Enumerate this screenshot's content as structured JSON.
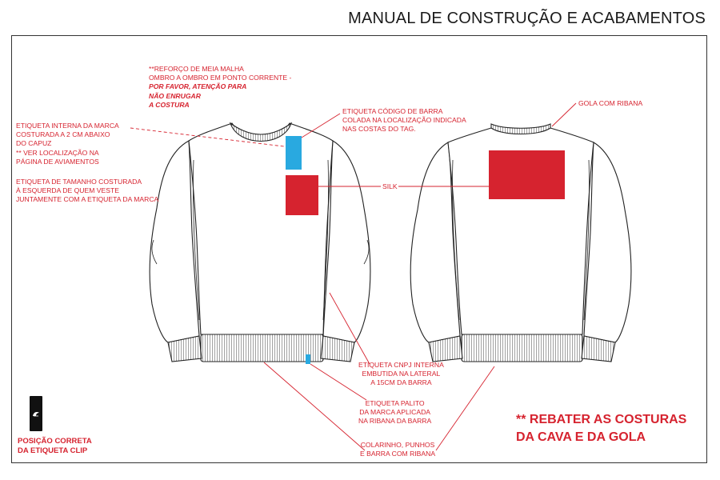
{
  "title": "MANUAL DE CONSTRUÇÃO E ACABAMENTOS",
  "colors": {
    "annotation": "#d6232f",
    "barcode_tag": "#29a9e0",
    "silk": "#d6232f",
    "outline": "#222222"
  },
  "notes": {
    "reinforcement": {
      "lines": [
        "**REFORÇO DE MEIA MALHA",
        "OMBRO A OMBRO EM PONTO CORRENTE -"
      ],
      "italic_lines": [
        "POR FAVOR, ATENÇÃO PARA",
        "NÃO ENRUGAR",
        "A COSTURA"
      ]
    },
    "brand_label": [
      "ETIQUETA INTERNA DA MARCA",
      "COSTURADA A 2 CM ABAIXO",
      "DO CAPUZ",
      "** VER LOCALIZAÇÃO NA",
      "PÁGINA DE AVIAMENTOS"
    ],
    "size_label": [
      "ETIQUETA DE TAMANHO COSTURADA",
      "À ESQUERDA DE QUEM VESTE",
      "JUNTAMENTE COM A ETIQUETA DA MARCA"
    ],
    "barcode": [
      "ETIQUETA CÓDIGO DE BARRA",
      "COLADA NA  LOCALIZAÇÃO INDICADA",
      "NAS COSTAS DO TAG."
    ],
    "collar": [
      "GOLA COM RIBANA"
    ],
    "silk": [
      "SILK"
    ],
    "cnpj": [
      "ETIQUETA CNPJ INTERNA",
      "EMBUTIDA NA LATERAL",
      "A 15CM DA BARRA"
    ],
    "palito": [
      "ETIQUETA PALITO",
      "DA MARCA APLICADA",
      "NA RIBANA DA BARRA"
    ],
    "ribbing": [
      "COLARINHO, PUNHOS",
      "E BARRA COM RIBANA"
    ]
  },
  "footer_note": [
    "** REBATER AS COSTURAS",
    "DA CAVA E DA GOLA"
  ],
  "clip_caption": [
    "POSIÇÃO CORRETA",
    "DA ETIQUETA CLIP"
  ],
  "icons": {
    "clip_tag": "brand-wave-icon"
  }
}
